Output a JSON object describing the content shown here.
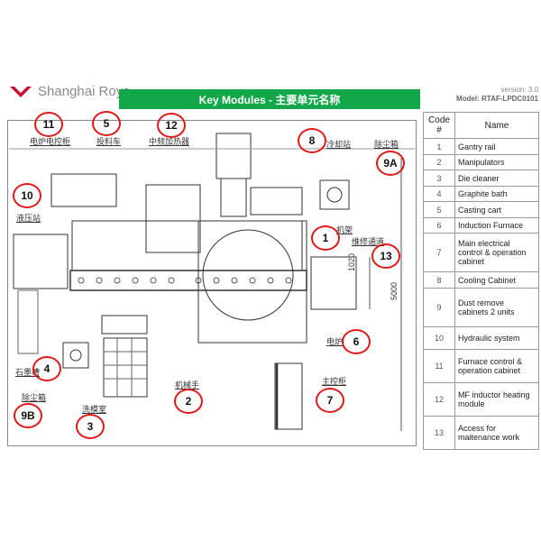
{
  "header": {
    "company": "Shanghai Roya",
    "title": "Key Modules - 主要单元名称",
    "version": "version: 3.0",
    "model": "Model: RTAF-LPDC0101"
  },
  "table": {
    "headers": [
      "Code #",
      "Name"
    ],
    "rows": [
      {
        "code": "1",
        "name": "Gantry rail"
      },
      {
        "code": "2",
        "name": "Manipulators"
      },
      {
        "code": "3",
        "name": "Die cleaner"
      },
      {
        "code": "4",
        "name": "Graphite bath"
      },
      {
        "code": "5",
        "name": "Casting cart"
      },
      {
        "code": "6",
        "name": "Induction Furnace"
      },
      {
        "code": "7",
        "name": "Main electrical control & operation cabinet"
      },
      {
        "code": "8",
        "name": "Cooling Cabinet"
      },
      {
        "code": "9",
        "name": "Dust remove cabinets 2 units"
      },
      {
        "code": "10",
        "name": "Hydraulic system"
      },
      {
        "code": "11",
        "name": "Furnace control & operation cabinet"
      },
      {
        "code": "12",
        "name": "MF inductor heating module"
      },
      {
        "code": "13",
        "name": "Access for maitenance work"
      }
    ]
  },
  "diagram": {
    "callouts": [
      "11",
      "5",
      "12",
      "8",
      "9A",
      "10",
      "1",
      "13",
      "6",
      "7",
      "2",
      "9B",
      "3",
      "4"
    ],
    "labels": {
      "furnace_cabinet": "电炉电控柜",
      "cart": "投料车",
      "heater": "中频加热器",
      "cooling": "冷却站",
      "dust_a": "除尘箱",
      "hydraulic": "液压站",
      "frame": "机架",
      "access": "维修通道",
      "furnace": "电炉",
      "main_cabinet": "主控柜",
      "graphite": "石墨槽",
      "dust_b": "除尘箱",
      "die_clean": "洗模室",
      "manipulator": "机械手"
    },
    "dims": {
      "d1": "1020",
      "d2": "5000"
    }
  },
  "colors": {
    "accent": "#12a84a",
    "callout": "#e01818",
    "logo": "#c8102e"
  }
}
